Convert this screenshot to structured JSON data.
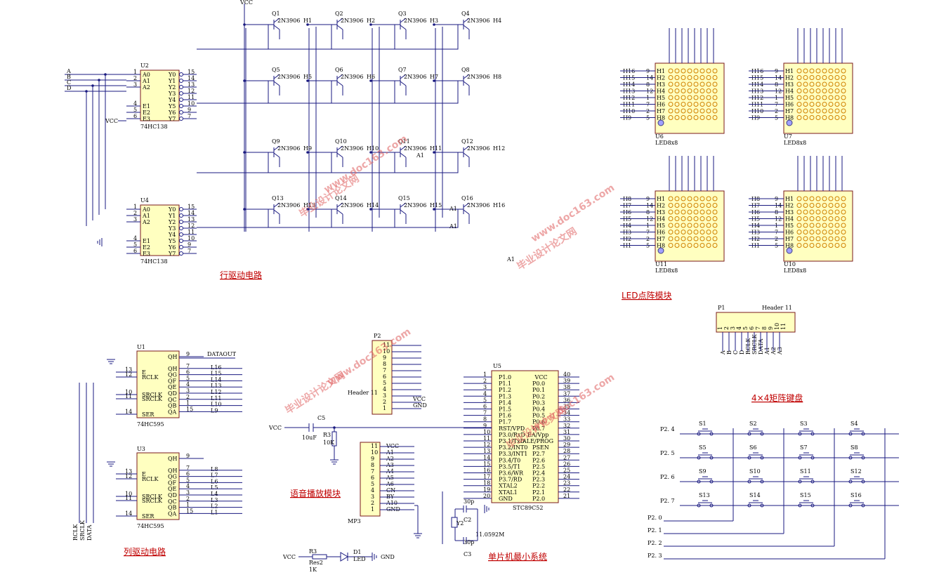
{
  "sections": {
    "row": "行驱动电路",
    "col": "列驱动电路",
    "led": "LED点阵模块",
    "kbd": "4×4矩阵键盘",
    "voice": "语音播放模块",
    "mcu": "单片机最小系统"
  },
  "watermark": {
    "domain": "www.doc163.com",
    "brand": "毕业设计论文网"
  },
  "decoder": {
    "u2": "U2",
    "u4": "U4",
    "part": "74HC138",
    "inputs": [
      "A0",
      "A1",
      "A2",
      "E1",
      "E2",
      "E3"
    ],
    "inpins": [
      "1",
      "2",
      "3",
      "4",
      "5",
      "6"
    ],
    "outputs": [
      "Y0",
      "Y1",
      "Y2",
      "Y3",
      "Y4",
      "Y5",
      "Y6",
      "Y7"
    ],
    "outpins": [
      "15",
      "14",
      "13",
      "12",
      "11",
      "10",
      "9",
      "7"
    ],
    "nets": [
      "A",
      "B",
      "C",
      "D"
    ],
    "vcc": "VCC"
  },
  "transistors": {
    "model": "2N3906",
    "refs": [
      "Q1",
      "Q2",
      "Q3",
      "Q4",
      "Q5",
      "Q6",
      "Q7",
      "Q8",
      "Q9",
      "Q10",
      "Q11",
      "Q12",
      "Q13",
      "Q14",
      "Q15",
      "Q16"
    ],
    "outs": [
      "H1",
      "H2",
      "H3",
      "H4",
      "H5",
      "H6",
      "H7",
      "H8",
      "H9",
      "H10",
      "H11",
      "H12",
      "H13",
      "H14",
      "H15",
      "H16"
    ],
    "vcc": "VCC",
    "extra": [
      "A1",
      "A1",
      "A1",
      "A1"
    ]
  },
  "shift": {
    "u1": "U1",
    "u3": "U3",
    "part": "74HC595",
    "pins_left": [
      "E",
      "RCLK",
      "SRCLK",
      "SRCLK",
      "SER"
    ],
    "pins_left_no": [
      "13",
      "12",
      "10",
      "11",
      "14"
    ],
    "pins_right": [
      "QH",
      "QH",
      "QG",
      "QF",
      "QE",
      "QD",
      "QC",
      "QB",
      "QA"
    ],
    "pins_right_no": [
      "9",
      "7",
      "6",
      "5",
      "4",
      "3",
      "2",
      "1",
      "15"
    ],
    "dataout": "DATAOUT",
    "cols_a": [
      "L16",
      "L15",
      "L14",
      "L13",
      "L12",
      "L11",
      "L10",
      "L9"
    ],
    "cols_b": [
      "L8",
      "L7",
      "L6",
      "L5",
      "L4",
      "L3",
      "L2",
      "L1"
    ],
    "bottom": [
      "RCLK",
      "SRCLK",
      "DATA"
    ]
  },
  "leds": [
    {
      "ref": "U6",
      "part": "LED8x8",
      "rows": [
        "H16",
        "H15",
        "H14",
        "H13",
        "H12",
        "H11",
        "H10",
        "H9"
      ],
      "pins": [
        "9",
        "14",
        "8",
        "12",
        "1",
        "7",
        "2",
        "5"
      ]
    },
    {
      "ref": "U7",
      "part": "LED8x8",
      "rows": [
        "H16",
        "H15",
        "H14",
        "H13",
        "H12",
        "H11",
        "H10",
        "H9"
      ],
      "pins": [
        "9",
        "14",
        "8",
        "12",
        "1",
        "7",
        "2",
        "5"
      ]
    },
    {
      "ref": "U11",
      "part": "LED8x8",
      "rows": [
        "H8",
        "H7",
        "H6",
        "H5",
        "H4",
        "H3",
        "H2",
        "H1"
      ],
      "pins": [
        "9",
        "14",
        "8",
        "12",
        "1",
        "7",
        "2",
        "5"
      ]
    },
    {
      "ref": "U10",
      "part": "LED8x8",
      "rows": [
        "H8",
        "H7",
        "H6",
        "H5",
        "H4",
        "H3",
        "H2",
        "H1"
      ],
      "pins": [
        "9",
        "14",
        "8",
        "12",
        "1",
        "7",
        "2",
        "5"
      ]
    }
  ],
  "ledpins": [
    "H1",
    "H2",
    "H3",
    "H4",
    "H5",
    "H6",
    "H7",
    "H8"
  ],
  "header11": {
    "ref": "P1",
    "name": "Header 11",
    "pins": [
      "A",
      "B",
      "C",
      "D",
      "RCLK",
      "SRCLK",
      "DATA",
      "A1",
      "A2",
      "A3"
    ],
    "nums": [
      "1",
      "2",
      "3",
      "4",
      "5",
      "6",
      "7",
      "8",
      "9",
      "10",
      "11"
    ]
  },
  "p2": {
    "ref": "P2",
    "name": "Header 11",
    "nums": [
      "11",
      "10",
      "9",
      "8",
      "7",
      "6",
      "5",
      "4",
      "3",
      "2",
      "1"
    ],
    "vcc": "VCC",
    "gnd": "GND"
  },
  "mcu": {
    "ref": "U5",
    "part": "STC89C52",
    "left": [
      "P1.0",
      "P1.1",
      "P1.2",
      "P1.3",
      "P1.4",
      "P1.5",
      "P1.6",
      "P1.7",
      "RST/VPD",
      "P3.0/RxD",
      "P3.1/TxD",
      "P3.2/INT0",
      "P3.3/INT1",
      "P3.4/T0",
      "P3.5/T1",
      "P3.6/WR",
      "P3.7/RD",
      "XTAL2",
      "XTAL1",
      "GND"
    ],
    "right": [
      "VCC",
      "P0.0",
      "P0.1",
      "P0.2",
      "P0.3",
      "P0.4",
      "P0.5",
      "P0.6",
      "P0.7",
      "EA/Vpp",
      "ALE/PROG",
      "PSEN",
      "P2.7",
      "P2.6",
      "P2.5",
      "P2.4",
      "P2.3",
      "P2.2",
      "P2.1",
      "P2.0"
    ]
  },
  "mp3": {
    "ref": "MP3",
    "pins": [
      "VCC",
      "A1",
      "A2",
      "A3",
      "A4",
      "A5",
      "A6",
      "CN",
      "BY",
      "A10",
      "GND"
    ],
    "nums": [
      "11",
      "10",
      "9",
      "8",
      "7",
      "6",
      "5",
      "4",
      "3",
      "2",
      "1"
    ]
  },
  "reset": {
    "c5": "C5",
    "c5v": "10uF",
    "r3": "R3",
    "r3v": "10K",
    "vcc": "VCC"
  },
  "crystal": {
    "c2": "C2",
    "c3": "C3",
    "cv": "30p",
    "y": "Y2",
    "freq": "11.0592M"
  },
  "ledind": {
    "vcc": "VCC",
    "r": "R3",
    "rv": "Res2",
    "rk": "1K",
    "d": "D1",
    "dv": "LED",
    "gnd": "GND"
  },
  "kbd": {
    "rows": [
      "P2. 4",
      "P2. 5",
      "P2. 6",
      "P2. 7"
    ],
    "cols": [
      "P2. 0",
      "P2. 1",
      "P2. 2",
      "P2. 3"
    ],
    "sw": [
      "S1",
      "S2",
      "S3",
      "S4",
      "S5",
      "S6",
      "S7",
      "S8",
      "S9",
      "S10",
      "S11",
      "S12",
      "S13",
      "S14",
      "S15",
      "S16"
    ]
  }
}
